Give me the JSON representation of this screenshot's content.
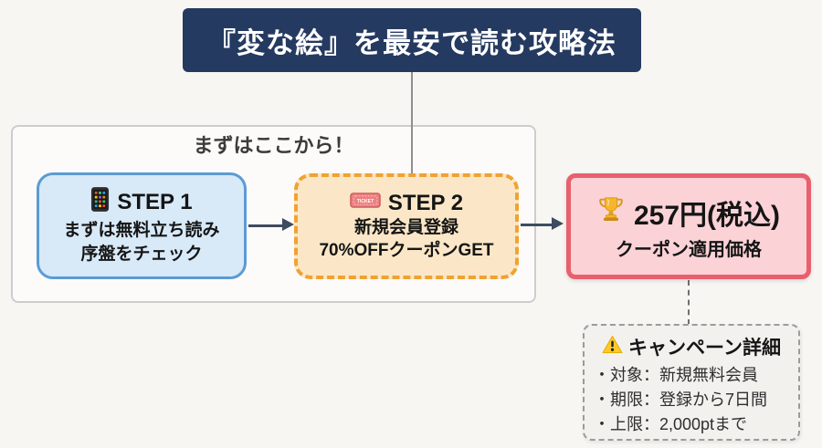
{
  "title_banner": {
    "text": "『変な絵』を最安で読む攻略法"
  },
  "start_group": {
    "label": "まずはここから！"
  },
  "step1": {
    "icon": "smartphone-icon",
    "heading": "STEP 1",
    "lines": [
      "まずは無料立ち読み",
      "序盤をチェック"
    ]
  },
  "step2": {
    "icon": "ticket-icon",
    "icon_text": "TICKET",
    "heading": "STEP 2",
    "lines": [
      "新規会員登録",
      "70%OFFクーポンGET"
    ]
  },
  "price": {
    "icon": "trophy-icon",
    "amount": "257円(税込)",
    "caption": "クーポン適用価格"
  },
  "campaign": {
    "icon": "warning-icon",
    "heading": "キャンペーン詳細",
    "items": [
      "・対象：新規無料会員",
      "・期限：登録から7日間",
      "・上限：2,000ptまで"
    ]
  },
  "colors": {
    "page-bg": "#f7f6f3",
    "navy": "#253a60",
    "blue-border": "#5b9bd5",
    "blue-fill": "#d8e9f8",
    "orange-border": "#f0a232",
    "orange-fill": "#fbe7c7",
    "red-border": "#e8606e",
    "pink-fill": "#fbd3d7",
    "gray-border": "#9b9b9b",
    "campaign-fill": "#f3f1ee",
    "connector": "#3d4c60"
  }
}
